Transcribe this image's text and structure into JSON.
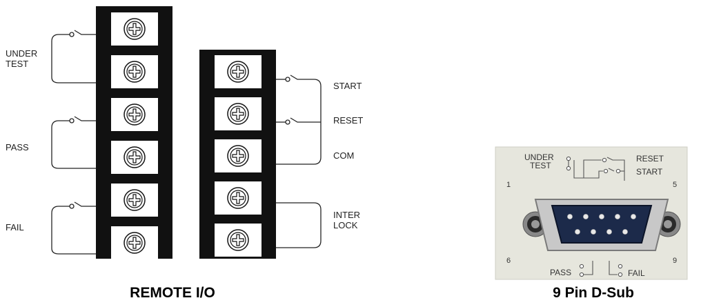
{
  "remote_io": {
    "caption": "REMOTE I/O",
    "left_labels": [
      {
        "line1": "UNDER",
        "line2": "TEST"
      },
      {
        "line1": "PASS",
        "line2": ""
      },
      {
        "line1": "FAIL",
        "line2": ""
      }
    ],
    "right_labels": {
      "start": "START",
      "reset": "RESET",
      "com": "COM",
      "interlock_1": "INTER",
      "interlock_2": "LOCK"
    }
  },
  "dsub": {
    "caption": "9 Pin D-Sub",
    "under_1": "UNDER",
    "under_2": "TEST",
    "reset": "RESET",
    "start": "START",
    "pass": "PASS",
    "fail": "FAIL",
    "pin_1": "1",
    "pin_5": "5",
    "pin_6": "6",
    "pin_9": "9"
  },
  "colors": {
    "block_frame": "#111111",
    "terminal_face": "#ffffff",
    "dsub_plate": "#e6e6dd",
    "wire": "#222222"
  }
}
